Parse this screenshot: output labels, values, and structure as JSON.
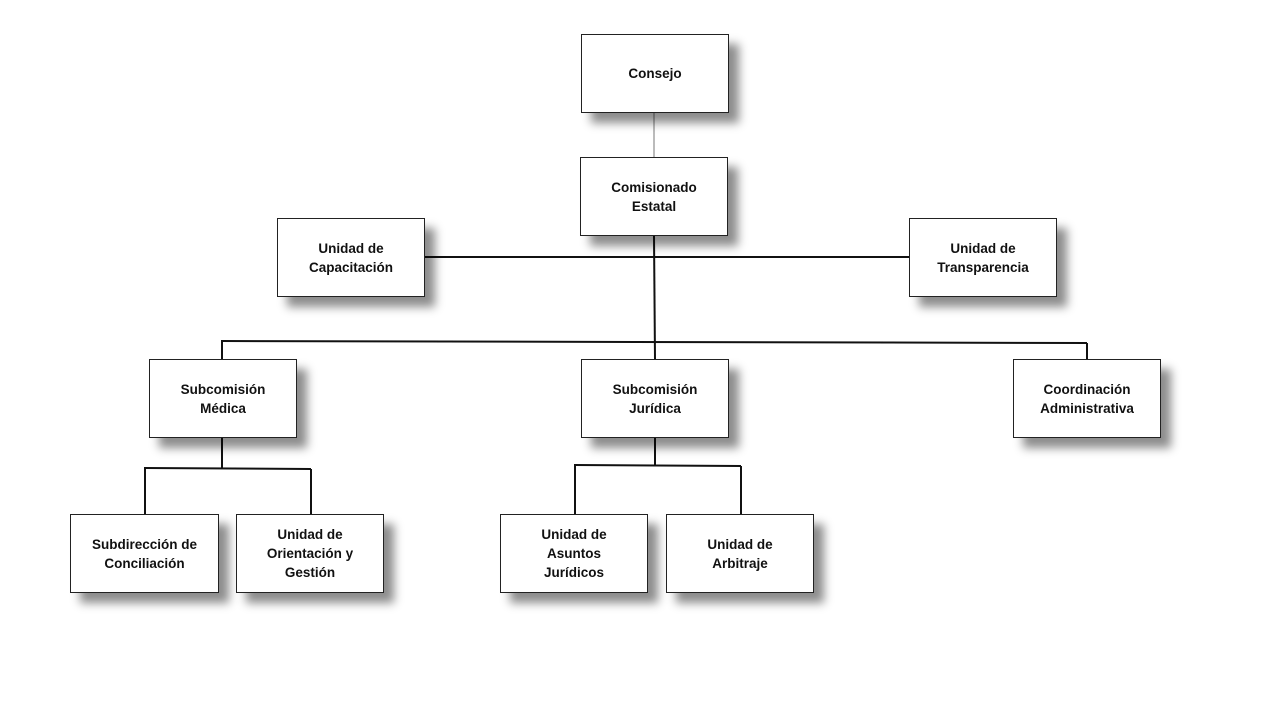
{
  "org_chart": {
    "nodes": {
      "consejo": "Consejo",
      "comisionado": "Comisionado\nEstatal",
      "capacitacion": "Unidad de\nCapacitación",
      "transparencia": "Unidad de\nTransparencia",
      "sub_medica": "Subcomisión\nMédica",
      "sub_juridica": "Subcomisión\nJurídica",
      "coord_admin": "Coordinación\nAdministrativa",
      "subdir_conciliacion": "Subdirección de\nConciliación",
      "orientacion": "Unidad de\nOrientación y\nGestión",
      "asuntos_juridicos": "Unidad de\nAsuntos\nJurídicos",
      "arbitraje": "Unidad de\nArbitraje"
    },
    "relations": [
      [
        "consejo",
        "comisionado"
      ],
      [
        "comisionado",
        "capacitacion"
      ],
      [
        "comisionado",
        "transparencia"
      ],
      [
        "comisionado",
        "sub_medica"
      ],
      [
        "comisionado",
        "sub_juridica"
      ],
      [
        "comisionado",
        "coord_admin"
      ],
      [
        "sub_medica",
        "subdir_conciliacion"
      ],
      [
        "sub_medica",
        "orientacion"
      ],
      [
        "sub_juridica",
        "asuntos_juridicos"
      ],
      [
        "sub_juridica",
        "arbitraje"
      ]
    ]
  }
}
